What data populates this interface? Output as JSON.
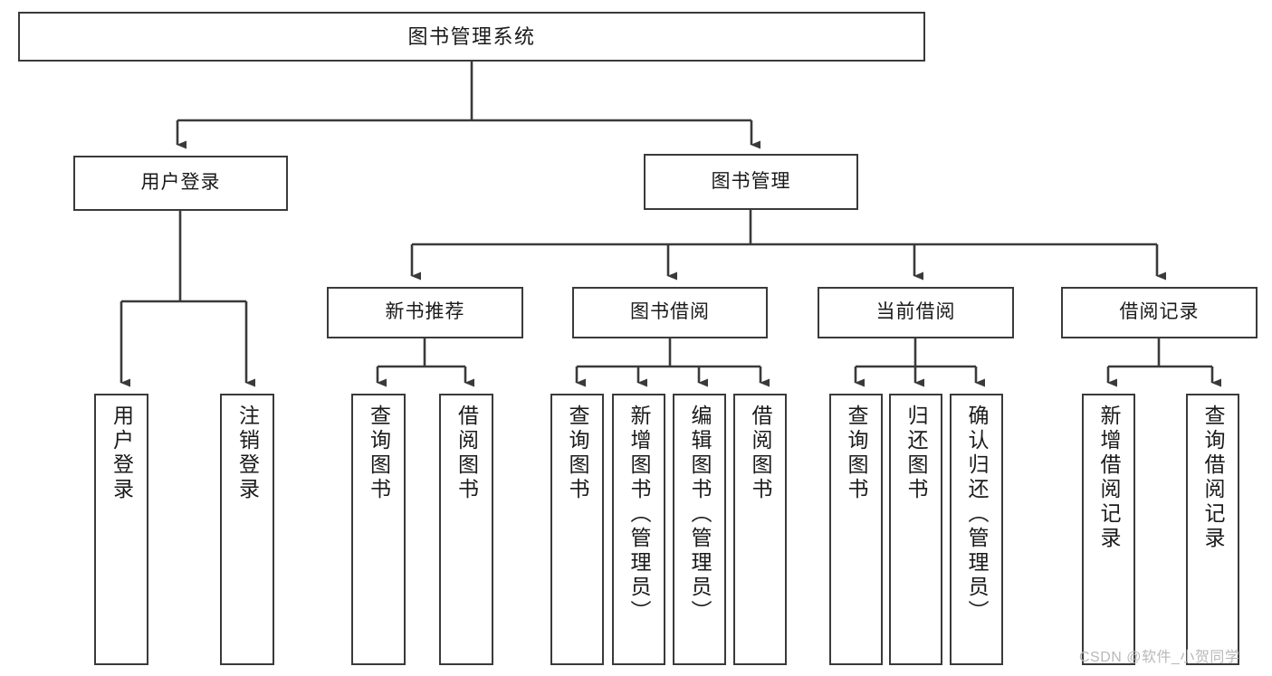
{
  "diagram": {
    "type": "tree-hierarchy",
    "title": "图书管理系统",
    "root": {
      "label": "图书管理系统"
    },
    "level2": [
      {
        "key": "user-login",
        "label": "用户登录"
      },
      {
        "key": "book-manage",
        "label": "图书管理"
      }
    ],
    "level3": [
      {
        "key": "new-book-recommend",
        "label": "新书推荐",
        "parent": "book-manage"
      },
      {
        "key": "book-borrow",
        "label": "图书借阅",
        "parent": "book-manage"
      },
      {
        "key": "current-borrow",
        "label": "当前借阅",
        "parent": "book-manage"
      },
      {
        "key": "borrow-record",
        "label": "借阅记录",
        "parent": "book-manage"
      }
    ],
    "leaves": [
      {
        "key": "leaf-user-login",
        "label": "用户登录",
        "parent": "user-login"
      },
      {
        "key": "leaf-logout-login",
        "label": "注销登录",
        "parent": "user-login"
      },
      {
        "key": "leaf-query-book-1",
        "label": "查询图书",
        "parent": "new-book-recommend"
      },
      {
        "key": "leaf-borrow-book-1",
        "label": "借阅图书",
        "parent": "new-book-recommend"
      },
      {
        "key": "leaf-query-book-2",
        "label": "查询图书",
        "parent": "book-borrow"
      },
      {
        "key": "leaf-add-book",
        "label": "新增图书（管理员）",
        "parent": "book-borrow"
      },
      {
        "key": "leaf-edit-book",
        "label": "编辑图书（管理员）",
        "parent": "book-borrow"
      },
      {
        "key": "leaf-borrow-book-2",
        "label": "借阅图书",
        "parent": "book-borrow"
      },
      {
        "key": "leaf-query-book-3",
        "label": "查询图书",
        "parent": "current-borrow"
      },
      {
        "key": "leaf-return-book",
        "label": "归还图书",
        "parent": "current-borrow"
      },
      {
        "key": "leaf-confirm-return",
        "label": "确认归还（管理员）",
        "parent": "current-borrow"
      },
      {
        "key": "leaf-add-borrow-record",
        "label": "新增借阅记录",
        "parent": "borrow-record"
      },
      {
        "key": "leaf-query-borrow-record",
        "label": "查询借阅记录",
        "parent": "borrow-record"
      }
    ],
    "colors": {
      "box_border": "#3a3a3a",
      "box_fill": "#ffffff",
      "connector": "#3a3a3a",
      "text": "#1a1a1a",
      "watermark": "#b9b9b9",
      "background": "#ffffff"
    }
  },
  "watermark": {
    "text": "CSDN @软件_小贺同学"
  }
}
